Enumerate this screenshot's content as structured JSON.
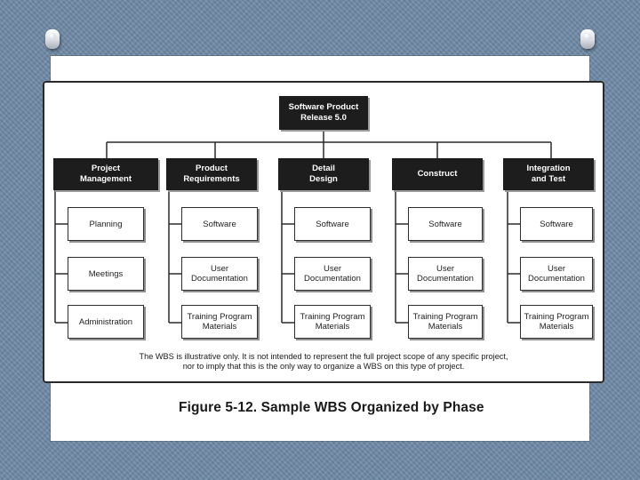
{
  "root": "Software Product\nRelease 5.0",
  "phases": [
    {
      "label": "Project\nManagement",
      "items": [
        "Planning",
        "Meetings",
        "Administration"
      ]
    },
    {
      "label": "Product\nRequirements",
      "items": [
        "Software",
        "User\nDocumentation",
        "Training Program\nMaterials"
      ]
    },
    {
      "label": "Detail\nDesign",
      "items": [
        "Software",
        "User\nDocumentation",
        "Training Program\nMaterials"
      ]
    },
    {
      "label": "Construct",
      "items": [
        "Software",
        "User\nDocumentation",
        "Training Program\nMaterials"
      ]
    },
    {
      "label": "Integration\nand Test",
      "items": [
        "Software",
        "User\nDocumentation",
        "Training Program\nMaterials"
      ]
    }
  ],
  "note": "The WBS is illustrative only. It is not intended to represent the full project scope of any specific project,\nnor to imply that this is the only way to organize a WBS on this type of project.",
  "caption": "Figure 5-12. Sample WBS Organized by Phase"
}
